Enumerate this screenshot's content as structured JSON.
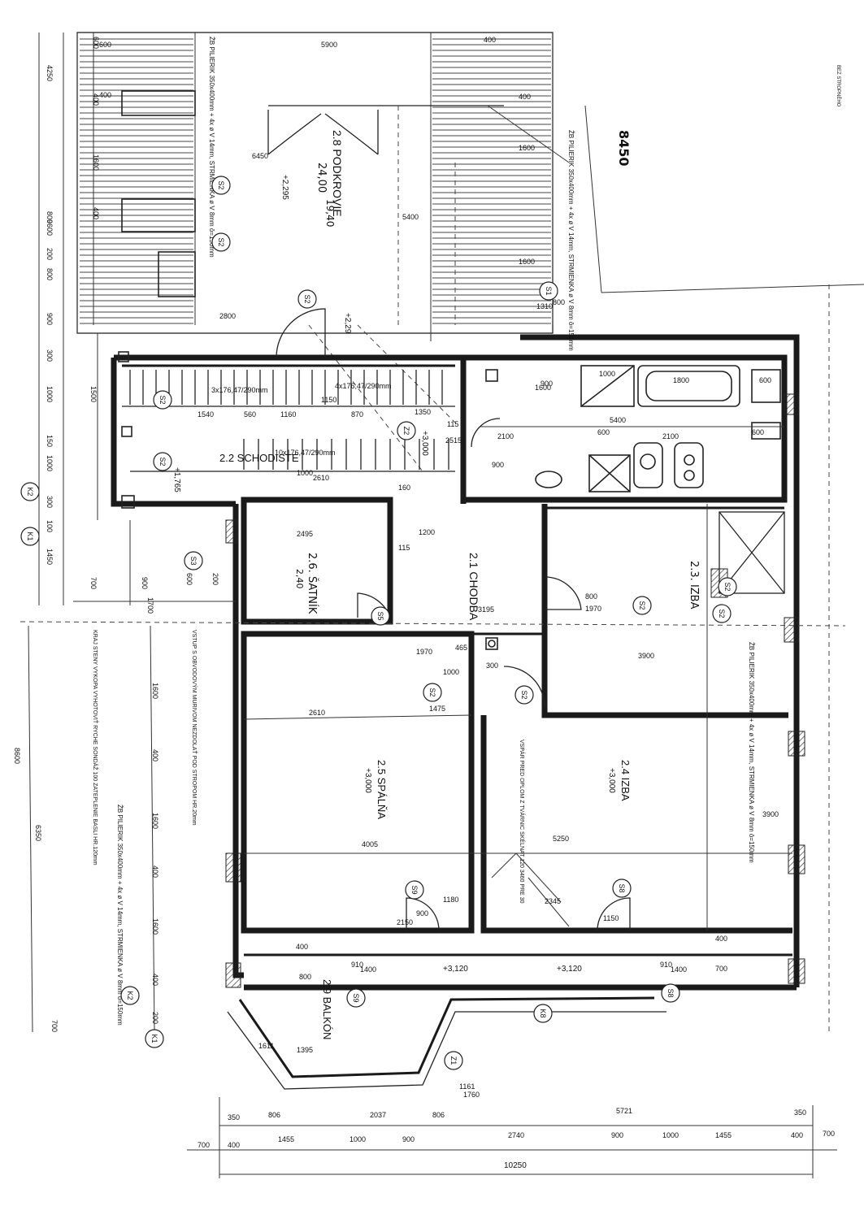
{
  "sheet_note": "BEZ STROPNÉHO",
  "rooms": [
    {
      "id": "r28",
      "name": "2.8 PODKROVIE",
      "area": "24,00",
      "note": "19,40"
    },
    {
      "id": "r22",
      "name": "2.2 SCHODISTE"
    },
    {
      "id": "r26",
      "name": "2.6. ŠATNÍK",
      "area": "2,40"
    },
    {
      "id": "r21",
      "name": "2.1 CHODBA"
    },
    {
      "id": "r23",
      "name": "2.3. IZBA"
    },
    {
      "id": "r25",
      "name": "2.5 SPÁLŇA",
      "level": "+3,000"
    },
    {
      "id": "r24",
      "name": "2.4 IZBA",
      "level": "+3,000"
    },
    {
      "id": "r29",
      "name": "2.9 BALKÓN"
    }
  ],
  "levels": [
    "+2,295",
    "+2,29",
    "+3,000",
    "+1,765",
    "+3,120",
    "+3,120"
  ],
  "handwritten_total": "8450",
  "stair_notes": [
    "3x176,47/290mm",
    "4x176,47/290mm",
    "10x176,47/290mm"
  ],
  "beam_notes": [
    "ŽB PILIERIK 350x400mm + 4x ø V 14mm, STRMIENKA ø V 8mm ô=150mm",
    "ŽB PILIERIK 350x400mm + 4x ø V 14mm, STRMIENKA ø V 8mm ô=150mm",
    "ŽB PILIERIK 350x400mm + 4x ø V 14mm, STRMIENKA ø V 8mm ô=150mm",
    "ŽB PILIERIK 350x400mm + 4x ø V 14mm, STRMIENKA ø V 8mm ô=150mm"
  ],
  "wall_notes": [
    "VSTUP S OBVODOVÝM MURIVOM NEZDOLAŤ POD STROPOM HR.20mm",
    "KRAJ STENY VYKOPA VYHOTOVIŤ RYCHE SONDÁŽ 100 ZATEPLENIE BASLI HR.120mm",
    "VSPÁR PRED OPLOM Z TVÁRNIC SKÉLNAT 120 3460 PRE 30"
  ],
  "tags": [
    "S2",
    "S2",
    "S2",
    "S2",
    "S2",
    "S2",
    "S1",
    "S2",
    "S2",
    "S3",
    "S2",
    "S2",
    "S5",
    "S9",
    "S9",
    "S8",
    "S8",
    "Z1",
    "K8",
    "K1",
    "K2",
    "K2",
    "K1",
    "Z2"
  ],
  "dims_bottom_1": [
    "350",
    "806",
    "2037",
    "806",
    "5721",
    "350"
  ],
  "dims_bottom_2": [
    "700",
    "400",
    "1455",
    "1000",
    "900",
    "2740",
    "900",
    "1000",
    "1455",
    "400",
    "700"
  ],
  "dims_bottom_total": "10250",
  "dims_left": [
    "4250",
    "9600",
    "600",
    "400",
    "1600",
    "400",
    "800",
    "200",
    "800",
    "900",
    "300",
    "1000",
    "1500",
    "150",
    "1000",
    "300",
    "100",
    "1450",
    "700",
    "900",
    "1700",
    "600",
    "200"
  ],
  "dims_left_lower": [
    "8600",
    "6350",
    "1600",
    "400",
    "1600",
    "400",
    "1600",
    "400",
    "200",
    "700"
  ],
  "dims_top": [
    "5900",
    "400",
    "600",
    "400",
    "6450",
    "5400",
    "1600",
    "400",
    "1600",
    "800",
    "2800",
    "1310",
    "1150"
  ],
  "dims_inner": [
    "1540",
    "560",
    "1160",
    "870",
    "1350",
    "2610",
    "2515",
    "115",
    "1000",
    "160",
    "1200",
    "2495",
    "115",
    "800",
    "1970",
    "3195",
    "900",
    "1000",
    "2100",
    "600",
    "2100",
    "600",
    "5400",
    "1800",
    "600",
    "1600",
    "900",
    "4005",
    "5250",
    "2345",
    "3900",
    "3900",
    "2610",
    "1475",
    "465",
    "1000",
    "300",
    "1970",
    "1180",
    "2150",
    "900",
    "1150",
    "400",
    "400",
    "910",
    "1400",
    "800",
    "910",
    "1400",
    "700",
    "1611",
    "1395",
    "1161",
    "1760"
  ]
}
